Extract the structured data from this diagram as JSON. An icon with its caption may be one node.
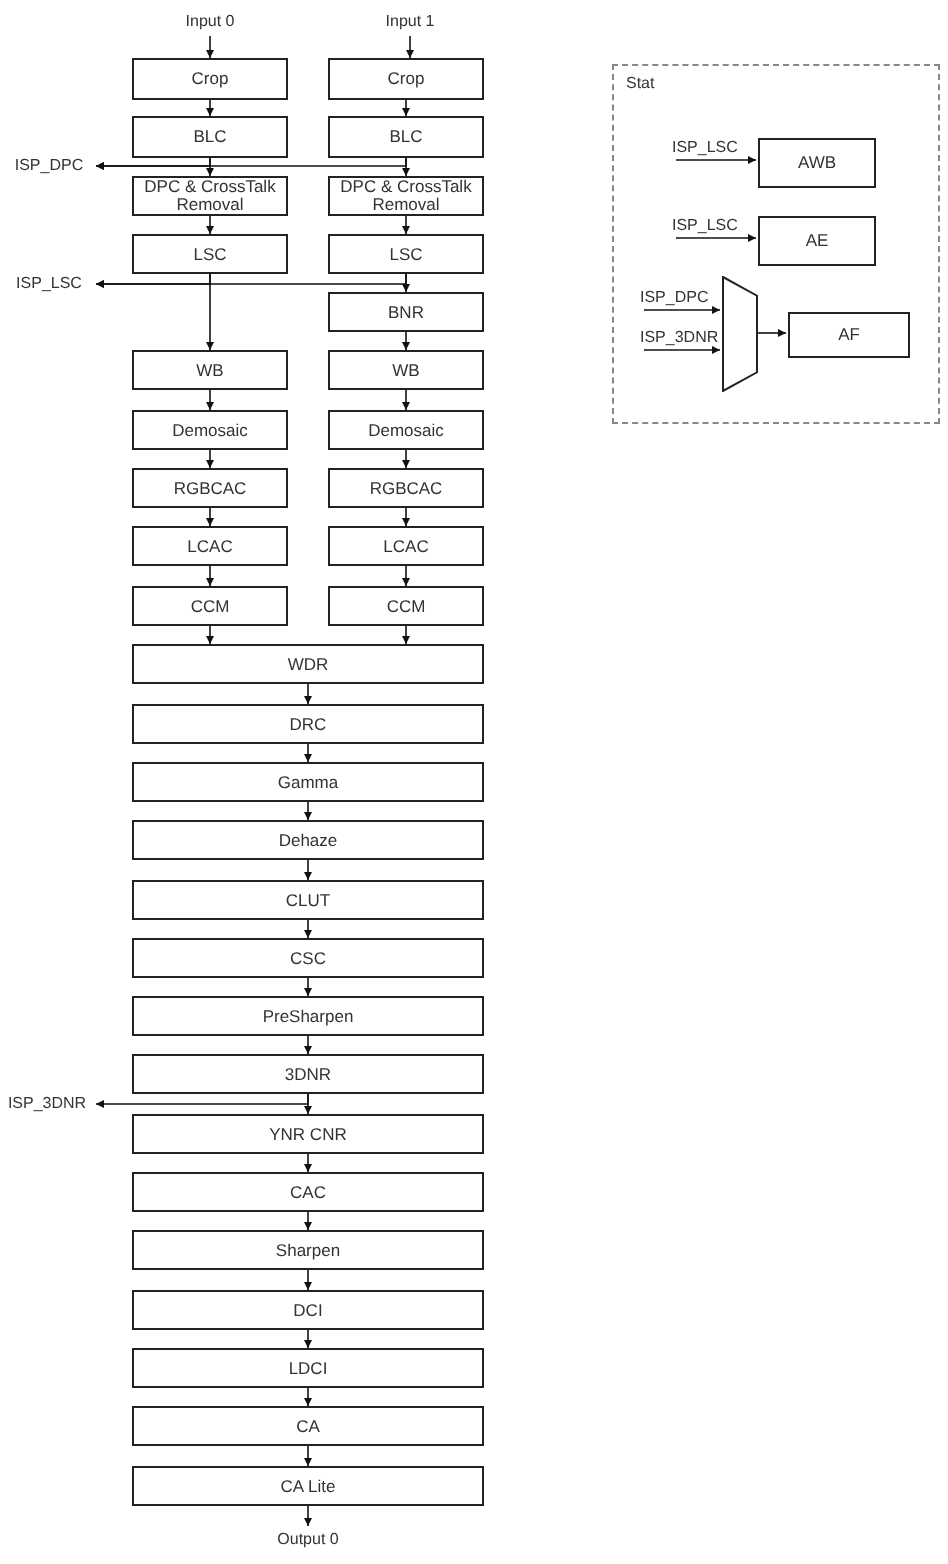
{
  "diagram": {
    "nodes": [
      {
        "text": [
          "Input 0"
        ]
      },
      {
        "text": [
          "Input 1"
        ]
      },
      {
        "text": [
          "Crop"
        ]
      },
      {
        "text": [
          "Crop"
        ]
      },
      {
        "text": [
          "BLC"
        ]
      },
      {
        "text": [
          "BLC"
        ]
      },
      {
        "text": [
          "ISP_DPC"
        ]
      },
      {
        "text": [
          "DPC & CrossTalk Removal"
        ]
      },
      {
        "text": [
          "DPC & CrossTalk Removal"
        ]
      },
      {
        "text": [
          "LSC"
        ]
      },
      {
        "text": [
          "LSC"
        ]
      },
      {
        "text": [
          "ISP_LSC"
        ]
      },
      {
        "text": [
          "BNR"
        ]
      },
      {
        "text": [
          "WB"
        ]
      },
      {
        "text": [
          "WB"
        ]
      },
      {
        "text": [
          "Demosaic"
        ]
      },
      {
        "text": [
          "Demosaic"
        ]
      },
      {
        "text": [
          "RGBCAC"
        ]
      },
      {
        "text": [
          "RGBCAC"
        ]
      },
      {
        "text": [
          "LCAC"
        ]
      },
      {
        "text": [
          "LCAC"
        ]
      },
      {
        "text": [
          "CCM"
        ]
      },
      {
        "text": [
          "CCM"
        ]
      },
      {
        "text": [
          "WDR"
        ]
      },
      {
        "text": [
          "DRC"
        ]
      },
      {
        "text": [
          "Gamma"
        ]
      },
      {
        "text": [
          "Dehaze"
        ]
      },
      {
        "text": [
          "CLUT"
        ]
      },
      {
        "text": [
          "CSC"
        ]
      },
      {
        "text": [
          "PreSharpen"
        ]
      },
      {
        "text": [
          "3DNR"
        ]
      },
      {
        "text": [
          "ISP_3DNR"
        ]
      },
      {
        "text": [
          "YNR CNR"
        ]
      },
      {
        "text": [
          "CAC"
        ]
      },
      {
        "text": [
          "Sharpen"
        ]
      },
      {
        "text": [
          "DCI"
        ]
      },
      {
        "text": [
          "LDCI"
        ]
      },
      {
        "text": [
          "CA"
        ]
      },
      {
        "text": [
          "CA Lite"
        ]
      },
      {
        "text": [
          "Output 0"
        ]
      },
      {
        "text": [
          "Stat"
        ]
      },
      {
        "text": [
          "AWB"
        ],
        "in": 40
      },
      {
        "text": [
          "AE"
        ],
        "in": 40
      },
      {
        "text": [],
        "shape": "trapezoid",
        "in": 40
      },
      {
        "text": [
          "AF"
        ],
        "in": 40
      }
    ],
    "edges": [
      {
        "from": 0,
        "to": 2,
        "arrow": "to"
      },
      {
        "from": 1,
        "to": 3,
        "arrow": "to"
      },
      {
        "from": 2,
        "to": 4,
        "arrow": "to"
      },
      {
        "from": 3,
        "to": 5,
        "arrow": "to"
      },
      {
        "from": 4,
        "to": 7,
        "arrow": "to"
      },
      {
        "from": 5,
        "to": 8,
        "arrow": "to"
      },
      {
        "from": 4,
        "to": 6,
        "arrow": "to"
      },
      {
        "from": 5,
        "to": 6,
        "arrow": "to"
      },
      {
        "from": 7,
        "to": 9,
        "arrow": "to"
      },
      {
        "from": 8,
        "to": 10,
        "arrow": "to"
      },
      {
        "from": 9,
        "to": 13,
        "arrow": "to"
      },
      {
        "from": 10,
        "to": 12,
        "arrow": "to"
      },
      {
        "from": 12,
        "to": 14,
        "arrow": "to"
      },
      {
        "from": 9,
        "to": 11,
        "arrow": "to"
      },
      {
        "from": 10,
        "to": 11,
        "arrow": "to"
      },
      {
        "from": 13,
        "to": 15,
        "arrow": "to"
      },
      {
        "from": 14,
        "to": 16,
        "arrow": "to"
      },
      {
        "from": 15,
        "to": 17,
        "arrow": "to"
      },
      {
        "from": 16,
        "to": 18,
        "arrow": "to"
      },
      {
        "from": 17,
        "to": 19,
        "arrow": "to"
      },
      {
        "from": 18,
        "to": 20,
        "arrow": "to"
      },
      {
        "from": 19,
        "to": 21,
        "arrow": "to"
      },
      {
        "from": 20,
        "to": 22,
        "arrow": "to"
      },
      {
        "from": 21,
        "to": 23,
        "arrow": "to"
      },
      {
        "from": 22,
        "to": 23,
        "arrow": "to"
      },
      {
        "from": 23,
        "to": 24,
        "arrow": "to"
      },
      {
        "from": 24,
        "to": 25,
        "arrow": "to"
      },
      {
        "from": 25,
        "to": 26,
        "arrow": "to"
      },
      {
        "from": 26,
        "to": 27,
        "arrow": "to"
      },
      {
        "from": 27,
        "to": 28,
        "arrow": "to"
      },
      {
        "from": 28,
        "to": 29,
        "arrow": "to"
      },
      {
        "from": 29,
        "to": 30,
        "arrow": "to"
      },
      {
        "from": 30,
        "to": 32,
        "arrow": "to"
      },
      {
        "from": 30,
        "to": 31,
        "arrow": "to"
      },
      {
        "from": 32,
        "to": 33,
        "arrow": "to"
      },
      {
        "from": 33,
        "to": 34,
        "arrow": "to"
      },
      {
        "from": 34,
        "to": 35,
        "arrow": "to"
      },
      {
        "from": 35,
        "to": 36,
        "arrow": "to"
      },
      {
        "from": 36,
        "to": 37,
        "arrow": "to"
      },
      {
        "from": 37,
        "to": 38,
        "arrow": "to"
      },
      {
        "from": 38,
        "to": 39,
        "arrow": "to"
      },
      {
        "from": null,
        "to": 41,
        "arrow": "to",
        "label": "ISP_LSC"
      },
      {
        "from": null,
        "to": 42,
        "arrow": "to",
        "label": "ISP_LSC"
      },
      {
        "from": null,
        "to": 43,
        "arrow": "to",
        "label": "ISP_DPC"
      },
      {
        "from": null,
        "to": 43,
        "arrow": "to",
        "label": "ISP_3DNR"
      },
      {
        "from": 43,
        "to": 44,
        "arrow": "to"
      }
    ]
  }
}
